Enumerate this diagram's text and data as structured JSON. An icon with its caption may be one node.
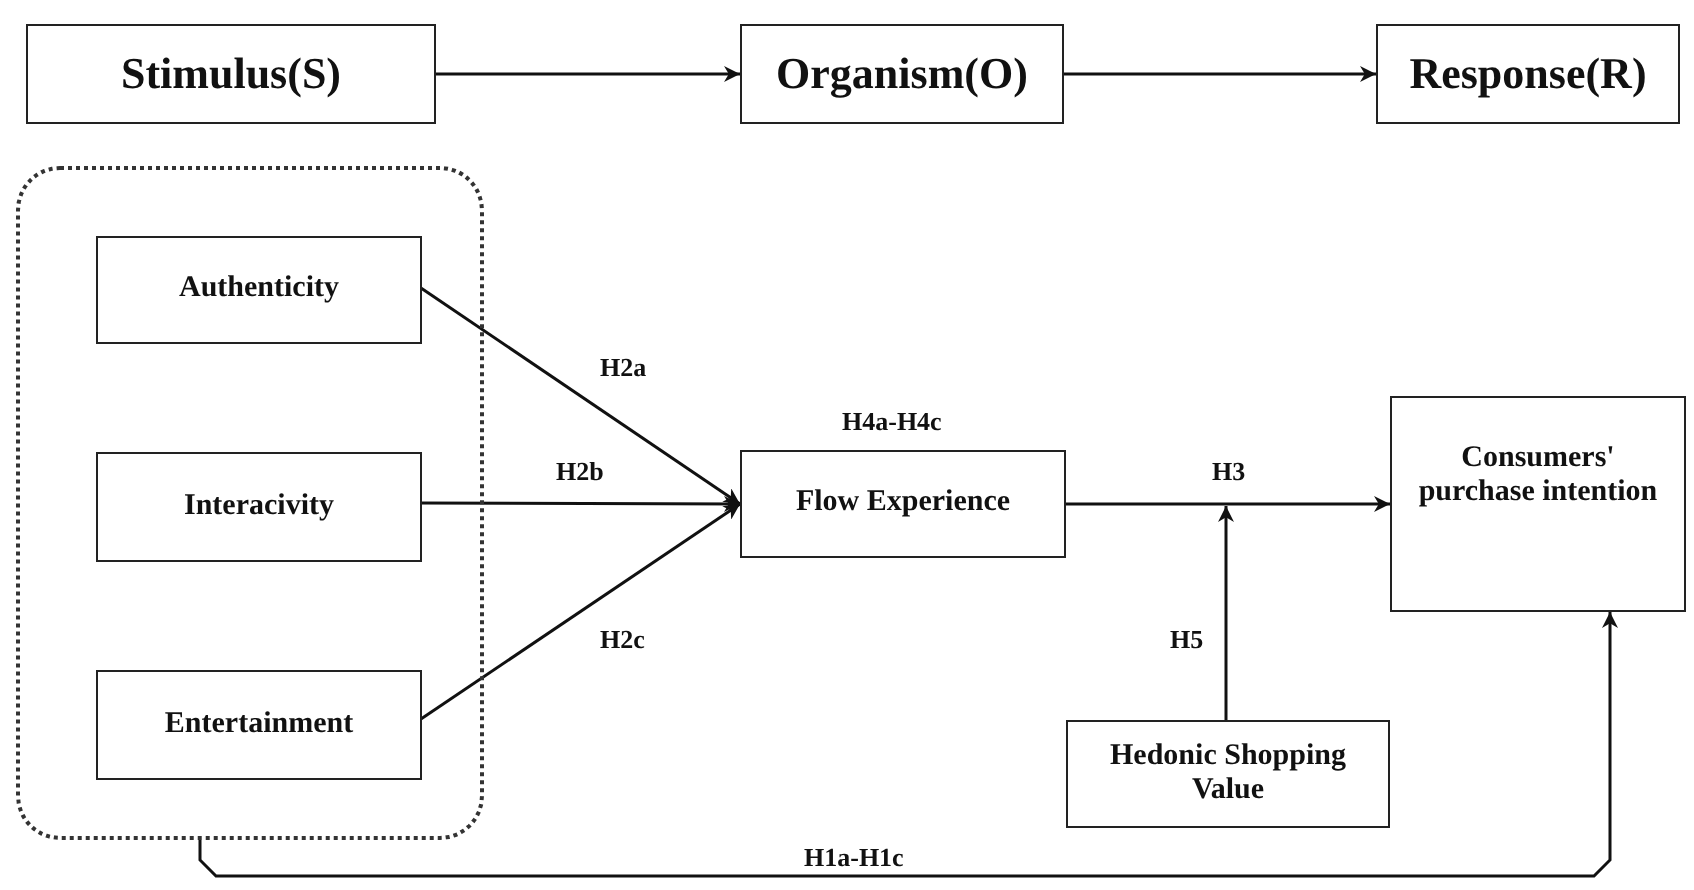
{
  "diagram": {
    "nodes": [
      {
        "text": [
          "Stimulus(S)"
        ]
      },
      {
        "text": [
          "Organism(O)"
        ]
      },
      {
        "text": [
          "Response(R)"
        ]
      },
      {
        "text": [],
        "shape": "box"
      },
      {
        "text": [
          "Authenticity"
        ],
        "in": 3
      },
      {
        "text": [
          "Interacivity"
        ],
        "in": 3
      },
      {
        "text": [
          "Entertainment"
        ],
        "in": 3
      },
      {
        "text": [
          "Flow Experience"
        ],
        "beside": [
          "H4a-H4c"
        ]
      },
      {
        "text": [
          "Consumers' purchase intention"
        ]
      },
      {
        "text": [
          "Hedonic Shopping Value"
        ]
      }
    ],
    "edges": [
      {
        "from": 0,
        "to": 1,
        "arrow": "to"
      },
      {
        "from": 1,
        "to": 2,
        "arrow": "to"
      },
      {
        "from": 4,
        "to": 7,
        "arrow": "to",
        "label": "H2a"
      },
      {
        "from": 5,
        "to": 7,
        "arrow": "to",
        "label": "H2b"
      },
      {
        "from": 6,
        "to": 7,
        "arrow": "to",
        "label": "H2c"
      },
      {
        "from": 7,
        "to": 8,
        "arrow": "to",
        "label": "H3"
      },
      {
        "from": 9,
        "to": null,
        "arrow": "to",
        "label": "H5"
      },
      {
        "from": 3,
        "to": 8,
        "arrow": "to",
        "label": "H1a-H1c"
      }
    ]
  }
}
